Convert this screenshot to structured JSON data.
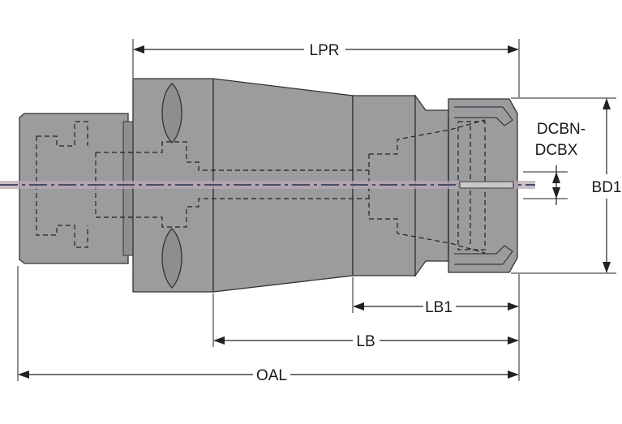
{
  "labels": {
    "lpr": "LPR",
    "dcbn": "DCBN-",
    "dcbx": "DCBX",
    "bd1": "BD1",
    "lb1": "LB1",
    "lb": "LB",
    "oal": "OAL"
  },
  "colors": {
    "body": "#9a9c9e",
    "outline": "#333333",
    "centerline": "#4a4a66",
    "centerband": "#b8a8b4"
  }
}
